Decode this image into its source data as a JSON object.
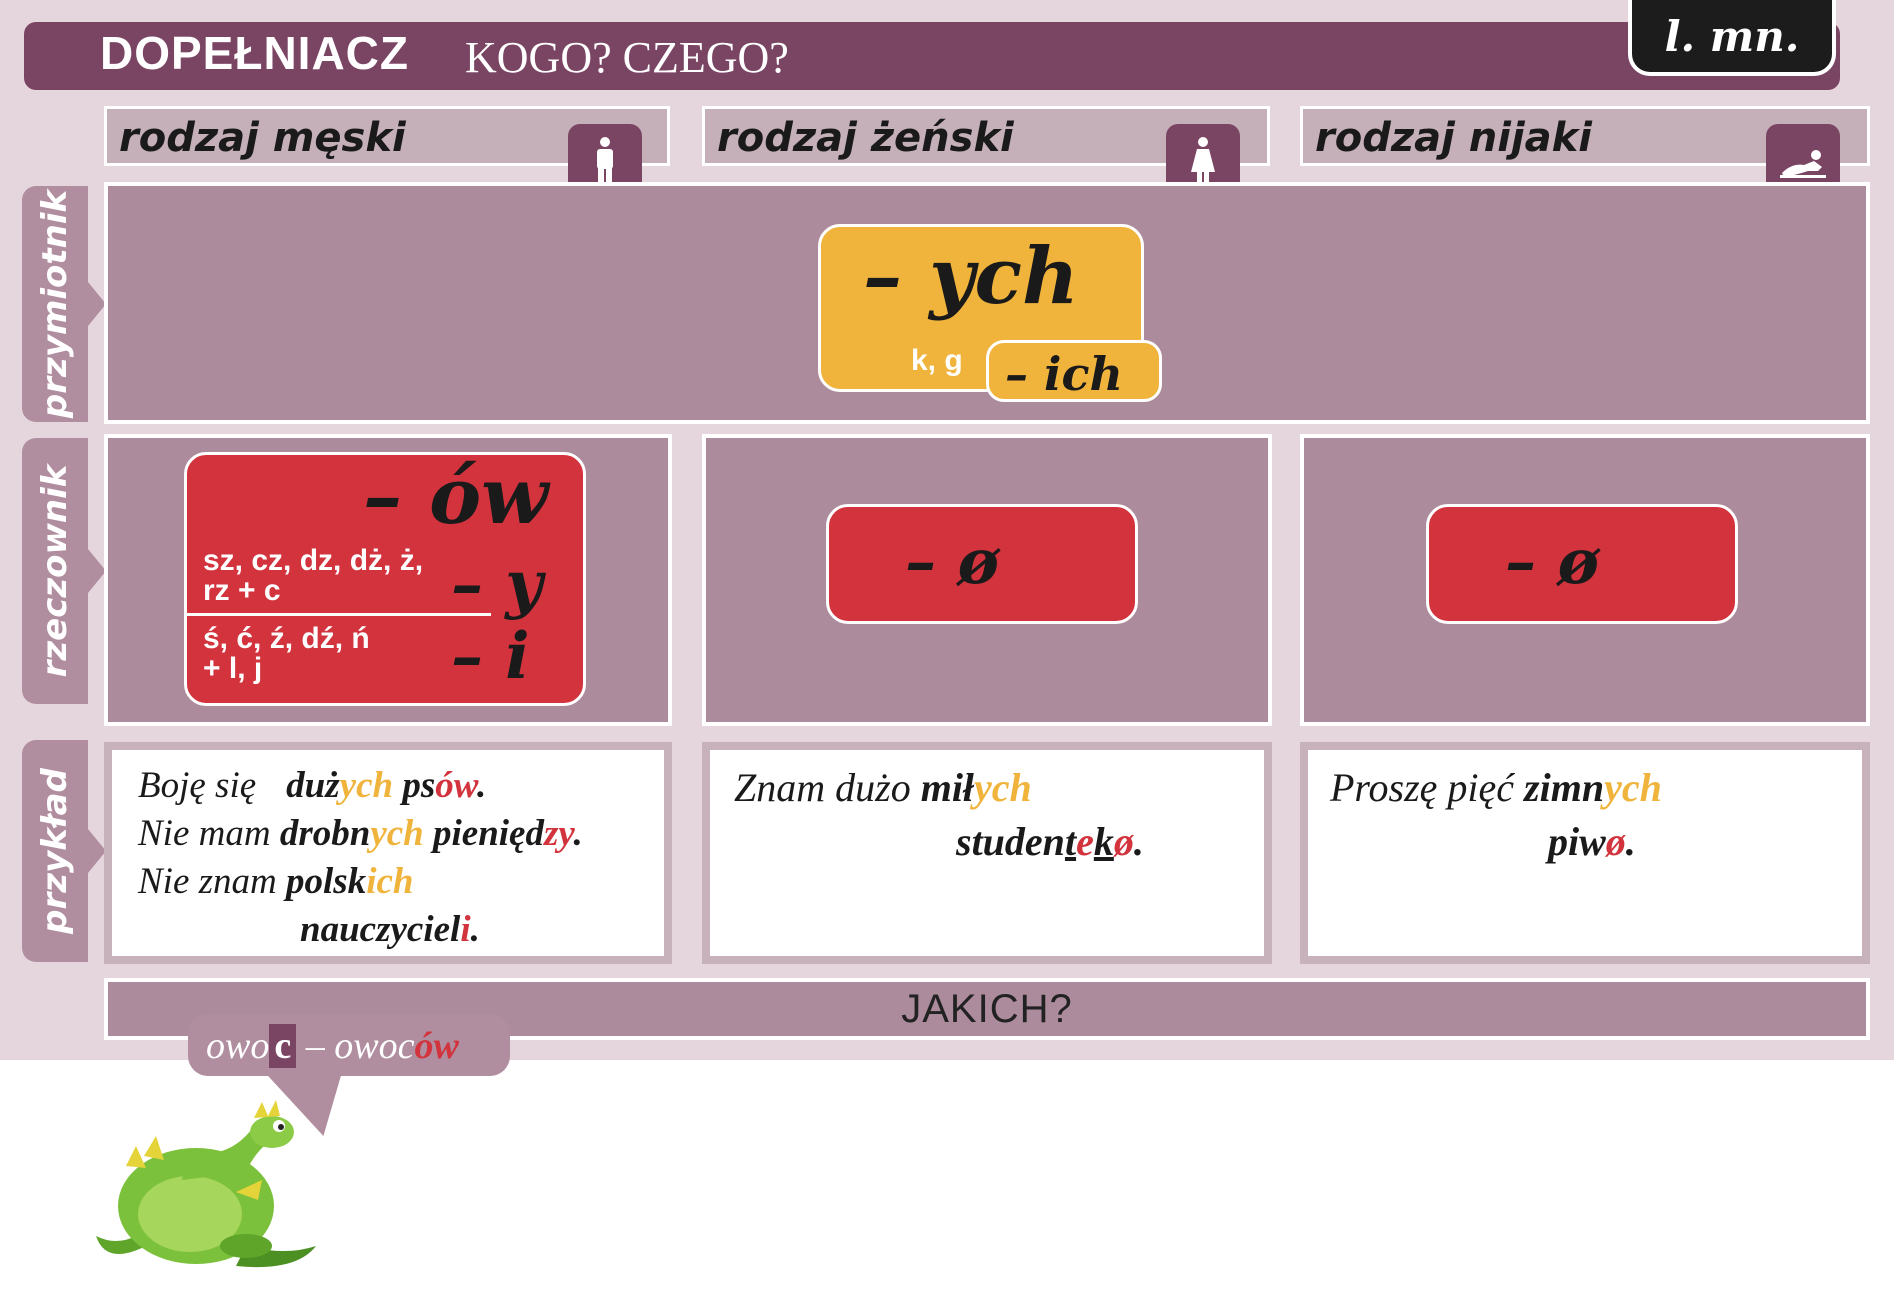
{
  "header": {
    "title": "DOPEŁNIACZ",
    "subtitle": "KOGO? CZEGO?",
    "number_badge": "l. mn."
  },
  "genders": [
    {
      "label": "rodzaj męski",
      "icon": "man-icon"
    },
    {
      "label": "rodzaj żeński",
      "icon": "woman-icon"
    },
    {
      "label": "rodzaj nijaki",
      "icon": "baby-icon"
    }
  ],
  "rows": {
    "adjective": "przymiotnik",
    "noun": "rzeczownik",
    "example": "przykład"
  },
  "adjective": {
    "ending": "– ych",
    "condition": "k, g",
    "alt_ending": "– ich"
  },
  "noun": {
    "masculine": {
      "ending": "– ów",
      "cond1_line1": "sz, cz, dz, dż, ż,",
      "cond1_line2": "rz + c",
      "ending1": "– y",
      "cond2_line1": "ś, ć, ź, dź, ń",
      "cond2_line2": "+ l, j",
      "ending2": "– i"
    },
    "feminine": {
      "ending": "– ø"
    },
    "neuter": {
      "ending": "– ø"
    }
  },
  "examples": {
    "masculine": {
      "l1": {
        "a": "Boję się",
        "b": "duż",
        "c": "ych",
        "d": " ps",
        "e": "ów",
        "f": "."
      },
      "l2": {
        "a": "Nie mam ",
        "b": "drobn",
        "c": "ych",
        "d": " pienięd",
        "e": "zy",
        "f": "."
      },
      "l3": {
        "a": "Nie znam ",
        "b": "polsk",
        "c": "ich"
      },
      "l4": {
        "b": "nauczyciel",
        "e": "i",
        "f": "."
      }
    },
    "feminine": {
      "l1": {
        "a": "Znam dużo ",
        "b": "mił",
        "c": "ych"
      },
      "l2": {
        "b1": "studen",
        "u1": "t",
        "e1": "e",
        "u2": "k",
        "e2": "ø",
        "f": "."
      }
    },
    "neuter": {
      "l1": {
        "a": "Proszę pięć ",
        "b": "zimn",
        "c": "ych"
      },
      "l2": {
        "b": "piw",
        "e": "ø",
        "f": "."
      }
    }
  },
  "question": "JAKICH?",
  "bubble": {
    "a": "owo",
    "c": "c",
    "dash": " – owoc",
    "e": "ów"
  }
}
